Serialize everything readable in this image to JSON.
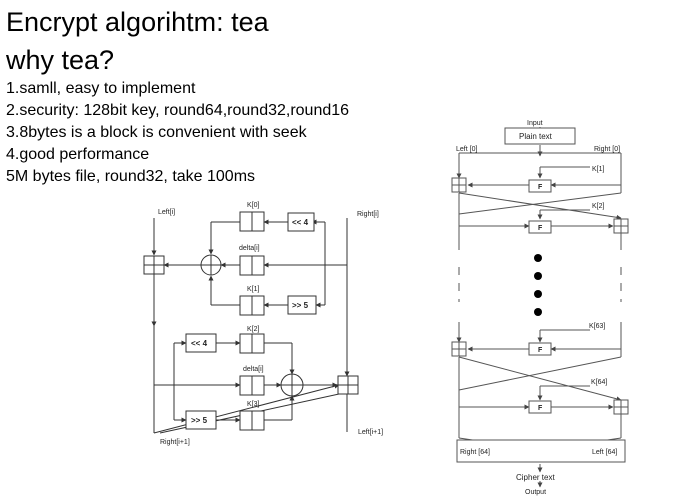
{
  "heading": {
    "line1": "Encrypt algorihtm: tea",
    "line2": "why tea?"
  },
  "points": [
    "1.samll, easy to implement",
    "2.security: 128bit key, round64,round32,round16",
    "3.8bytes is a block is convenient with seek",
    "4.good performance",
    "5M bytes file, round32, take 100ms"
  ],
  "round_diagram": {
    "left_in": "Left[i]",
    "right_in": "Right[i]",
    "key0": "K[0]",
    "key1": "K[1]",
    "key2": "K[2]",
    "key3": "K[3]",
    "delta_top": "delta[i]",
    "delta_bottom": "delta[i]",
    "shift_left_top": "<< 4",
    "shift_right_top": ">> 5",
    "shift_left_bottom": "<< 4",
    "shift_right_bottom": ">> 5",
    "right_out": "Right[i+1]",
    "left_out": "Left[i+1]"
  },
  "feistel_diagram": {
    "input": "Input",
    "plain_text": "Plain text",
    "left0": "Left [0]",
    "right0": "Right [0]",
    "k1": "K[1]",
    "k2": "K[2]",
    "k63": "K[63]",
    "k64": "K[64]",
    "f_label": "F",
    "right64": "Right [64]",
    "left64": "Left [64]",
    "cipher_text": "Cipher text",
    "output": "Output"
  }
}
